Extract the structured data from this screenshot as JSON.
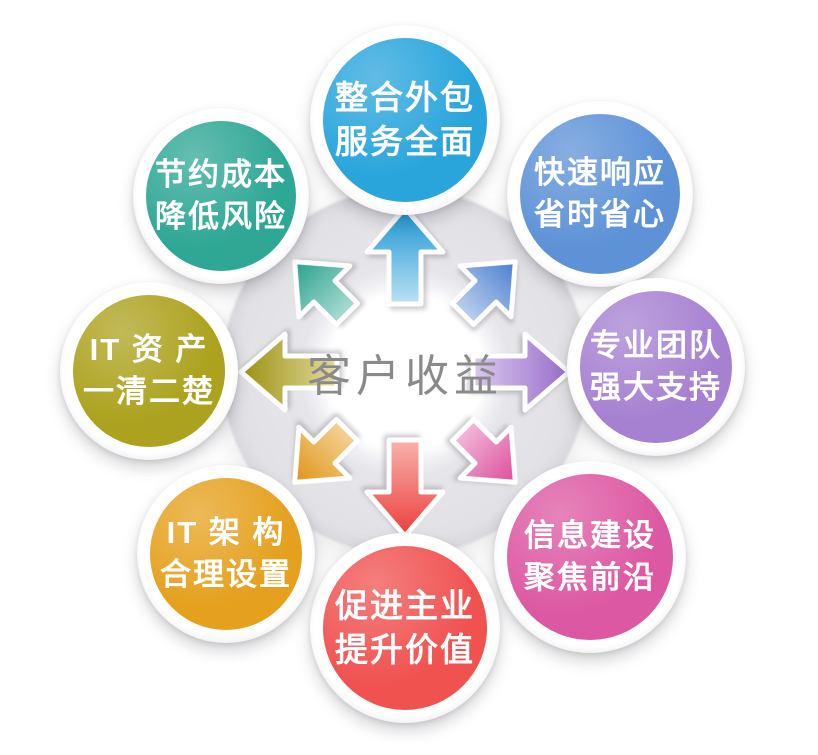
{
  "background": "#FFFFFF",
  "ring_color": "#E2E1E5",
  "center": {
    "label": "客户收益",
    "color": "#8A8A8A"
  },
  "nodes": [
    {
      "id": "outsourcing",
      "position": "top",
      "line1": "整合外包",
      "line2": "服务全面",
      "color": "#29A5DC",
      "arrow_from": "#C2E6F6",
      "arrow_to": "#1E96D3"
    },
    {
      "id": "fast-response",
      "position": "top-right",
      "line1": "快速响应",
      "line2": "省时省心",
      "color": "#5D92D7",
      "arrow_from": "#C3D4F0",
      "arrow_to": "#4A7ECF"
    },
    {
      "id": "professional-team",
      "position": "right",
      "line1": "专业团队",
      "line2": "强大支持",
      "color": "#A681D2",
      "arrow_from": "#DCCDF0",
      "arrow_to": "#9A6FCB"
    },
    {
      "id": "info-construction",
      "position": "bottom-right",
      "line1": "信息建设",
      "line2": "聚焦前沿",
      "color": "#DD58A2",
      "arrow_from": "#F4BFDC",
      "arrow_to": "#DA4D9A"
    },
    {
      "id": "promote-value",
      "position": "bottom",
      "line1": "促进主业",
      "line2": "提升价值",
      "color": "#F05250",
      "arrow_from": "#F8B7B0",
      "arrow_to": "#EC403E"
    },
    {
      "id": "it-architecture",
      "position": "bottom-left",
      "line1": "IT 架 构",
      "line2": "合理设置",
      "color": "#E5A11E",
      "arrow_from": "#F6D69E",
      "arrow_to": "#DE9415"
    },
    {
      "id": "it-assets",
      "position": "left",
      "line1": "IT 资 产",
      "line2": "一清二楚",
      "color": "#ACA21D",
      "arrow_from": "#E6DFA3",
      "arrow_to": "#9C9215"
    },
    {
      "id": "cost-saving",
      "position": "top-left",
      "line1": "节约成本",
      "line2": "降低风险",
      "color": "#2EA795",
      "arrow_from": "#B2DFD6",
      "arrow_to": "#28A18D"
    }
  ]
}
